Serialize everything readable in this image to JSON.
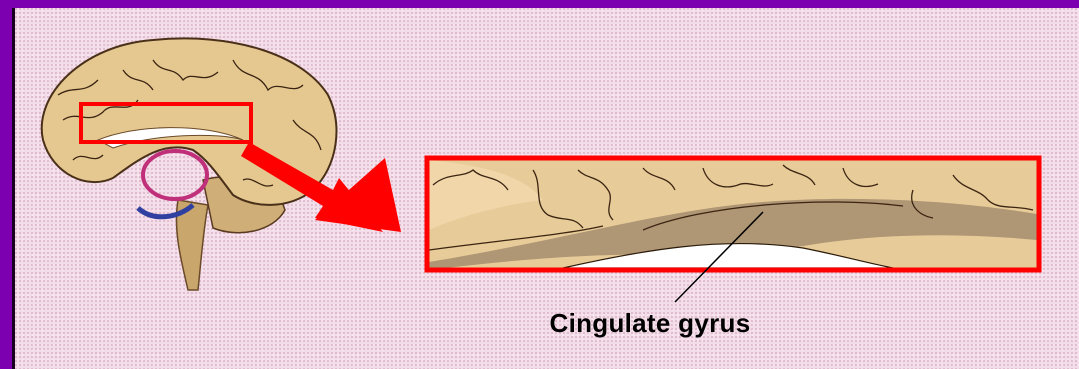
{
  "diagram": {
    "label": "Cingulate gyrus"
  },
  "colors": {
    "frame": "#7d00b0",
    "highlight": "#ff0000",
    "brain": "#e5c890",
    "callosum_band": "#a89070"
  },
  "icons": {
    "brain": "brain-sagittal-illustration",
    "arrow": "zoom-arrow"
  }
}
